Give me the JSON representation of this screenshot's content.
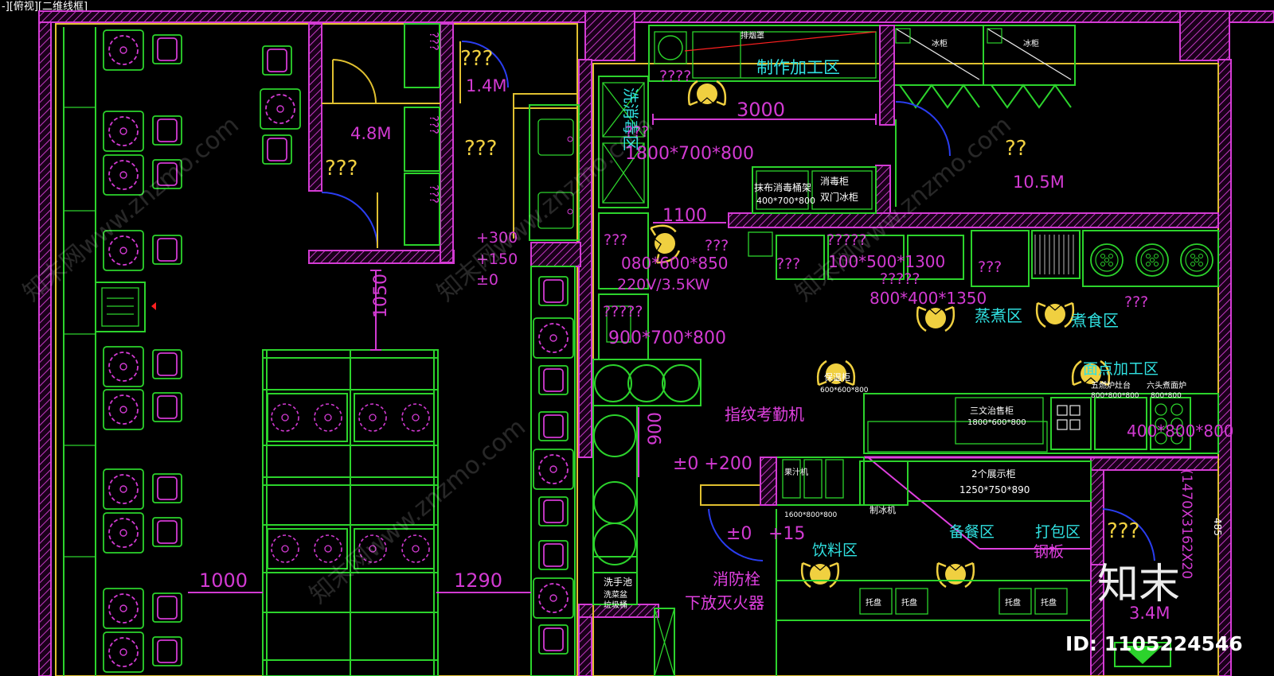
{
  "viewport_label": "-][俯视][二维线框]",
  "areas": {
    "production": "制作加工区",
    "steam": "蒸煮区",
    "cook": "煮食区",
    "noodle": "面点加工区",
    "drink": "饮料区",
    "prep": "备餐区",
    "pack": "打包区",
    "steel": "钢板",
    "fingerprint": "指纹考勤机",
    "hydrant_line1": "消防栓",
    "hydrant_line2": "下放灭火器",
    "handwash_line1": "洗手池",
    "handwash_line2": "洗菜盆",
    "handwash_line3": "垃圾桶",
    "wash_vertical": "洗消毒区",
    "mop_rack_line1": "抹布消毒桶架",
    "mop_rack_line2": "400*700*800",
    "double_fridge": "双门冰柜",
    "disinfect_cab": "消毒柜",
    "hood": "排烟罩",
    "three_temp": "三文治售柜",
    "three_temp_size": "1800*600*800",
    "show_cab": "2个展示柜",
    "show_cab_size": "1250*750*890",
    "warmer": "保温柜",
    "warmer_size": "600*600*800",
    "five_burner": "五燃炉灶台",
    "five_burner_size": "800*800*800",
    "six_burner": "六头煮面炉",
    "six_burner_size": "800*800",
    "juice": "果汁机",
    "ice_machine": "制冰机",
    "tray": "托盘",
    "cold_cab_size": "1600*800*800"
  },
  "labels_q": {
    "q1": "???",
    "q2": "???",
    "q3": "???",
    "q4": "??",
    "q5": "???",
    "q6": "????",
    "q7": "???",
    "q8": "???",
    "q9": "?????",
    "q10": "???",
    "q11": "???",
    "q12": "???",
    "q13": "?????",
    "q14": "?????",
    "q15": "???"
  },
  "areas_m2": {
    "a1": "4.8M",
    "a2": "1.4M",
    "a3": "10.5M",
    "a4": "3.4M"
  },
  "dims": {
    "d3000": "3000",
    "d1800": "1800*700*800",
    "d1100": "1100",
    "d1050": "1050",
    "d300": "+300",
    "d150": "+150",
    "d0": "±0",
    "d900": "900",
    "d0_200": "±0 +200",
    "d0b": "±0",
    "d150b": "+15",
    "d1000": "1000",
    "d1290": "1290",
    "d100_500": "100*500*1300",
    "d800_400": "800*400*1350",
    "d900_700": "900*700*800",
    "d850": "080*600*850",
    "d35kw": "220V/3.5KW",
    "d400": "400*800*800",
    "d1470": "(1470X3162X20",
    "d_side": "485"
  },
  "watermark": {
    "logo": "知末",
    "id": "ID: 1105224546",
    "text": "知末网www.znzmo.com"
  },
  "colors": {
    "wall": "#d43bd4",
    "equipment": "#2cd32c",
    "furniture": "#d23ad2",
    "text_yellow": "#f0d040",
    "text_cyan": "#30e0e0",
    "door": "#2a3df0"
  }
}
